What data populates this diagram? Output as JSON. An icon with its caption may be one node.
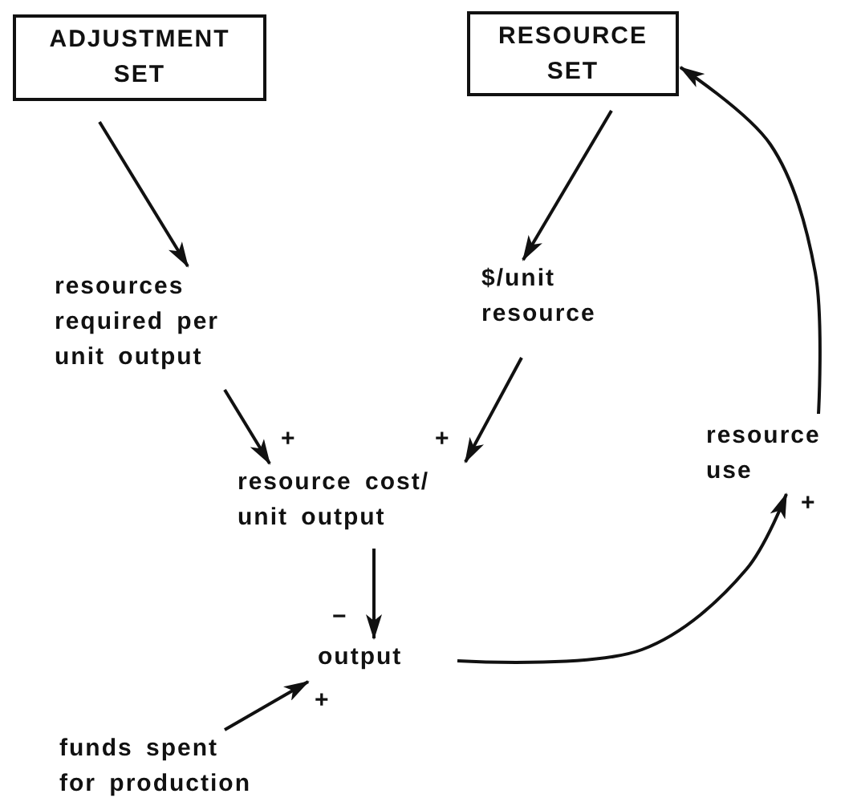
{
  "diagram": {
    "nodes": [
      {
        "text": [
          "ADJUSTMENT SET"
        ]
      },
      {
        "text": [
          "RESOURCE SET"
        ]
      },
      {
        "text": [
          "resources required per unit output"
        ]
      },
      {
        "text": [
          "$/unit resource"
        ]
      },
      {
        "text": [
          "resource cost/ unit output"
        ]
      },
      {
        "text": [
          "output"
        ]
      },
      {
        "text": [
          "funds spent for production"
        ]
      },
      {
        "text": [
          "resource use"
        ]
      }
    ],
    "edges": [
      {
        "from": 0,
        "to": 2,
        "arrow": "to"
      },
      {
        "from": 1,
        "to": 3,
        "arrow": "to"
      },
      {
        "from": 2,
        "to": 4,
        "arrow": "to",
        "label": "+"
      },
      {
        "from": 3,
        "to": 4,
        "arrow": "to",
        "label": "+"
      },
      {
        "from": 4,
        "to": 5,
        "arrow": "to",
        "label": "−"
      },
      {
        "from": 6,
        "to": 5,
        "arrow": "to",
        "label": "+"
      },
      {
        "from": 5,
        "to": 7,
        "arrow": "to",
        "label": "+"
      },
      {
        "from": 7,
        "to": 1,
        "arrow": "to"
      }
    ]
  }
}
